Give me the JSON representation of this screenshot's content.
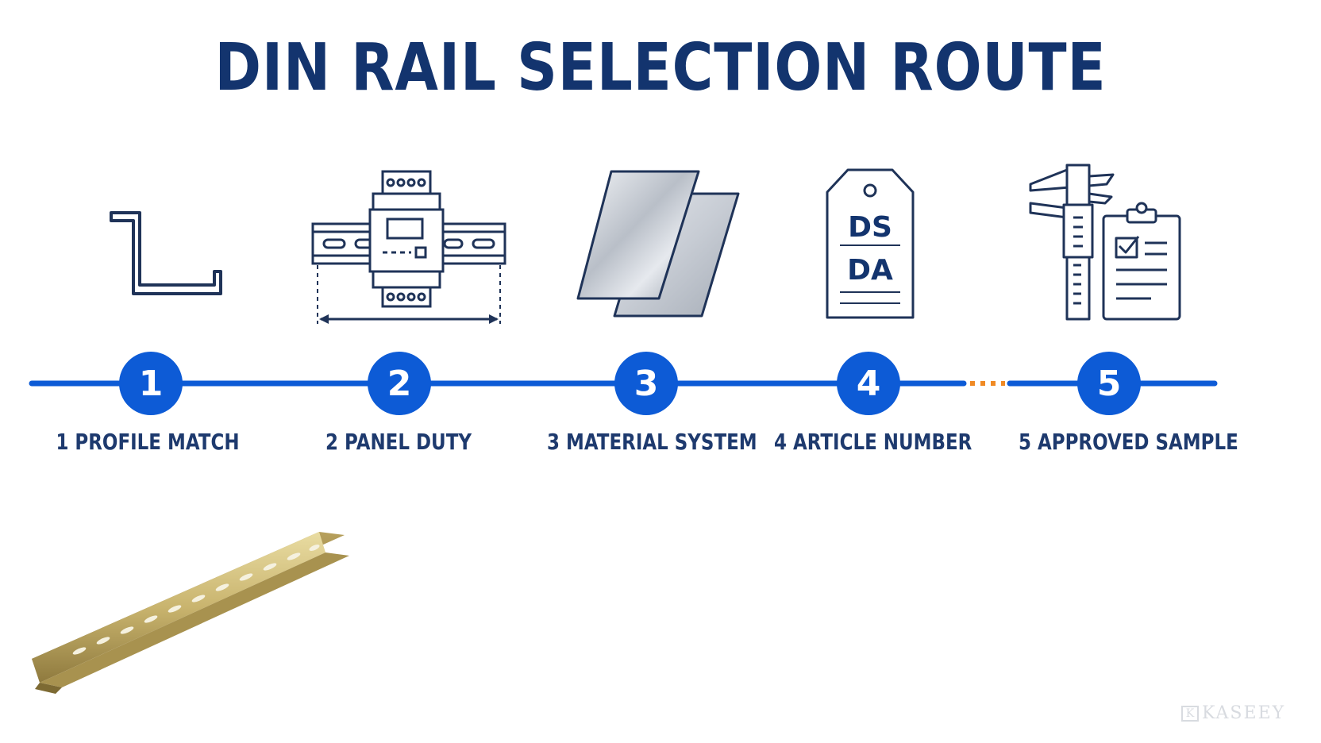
{
  "title": "DIN RAIL SELECTION ROUTE",
  "steps": [
    {
      "number": "1",
      "label": "1 PROFILE MATCH",
      "icon": "profile-icon"
    },
    {
      "number": "2",
      "label": "2 PANEL DUTY",
      "icon": "din-module-icon"
    },
    {
      "number": "3",
      "label": "3 MATERIAL SYSTEM",
      "icon": "metal-sheets-icon"
    },
    {
      "number": "4",
      "label": "4 ARTICLE NUMBER",
      "icon": "tag-icon"
    },
    {
      "number": "5",
      "label": "5 APPROVED SAMPLE",
      "icon": "caliper-clipboard-icon"
    }
  ],
  "tag": {
    "line1": "DS",
    "line2": "DA"
  },
  "watermark": "KASEEY",
  "colors": {
    "title": "#13346e",
    "accent_blue": "#0d5bd6",
    "label": "#1e3a6e",
    "icon_stroke": "#1f3358",
    "dash_orange": "#f08a24"
  }
}
